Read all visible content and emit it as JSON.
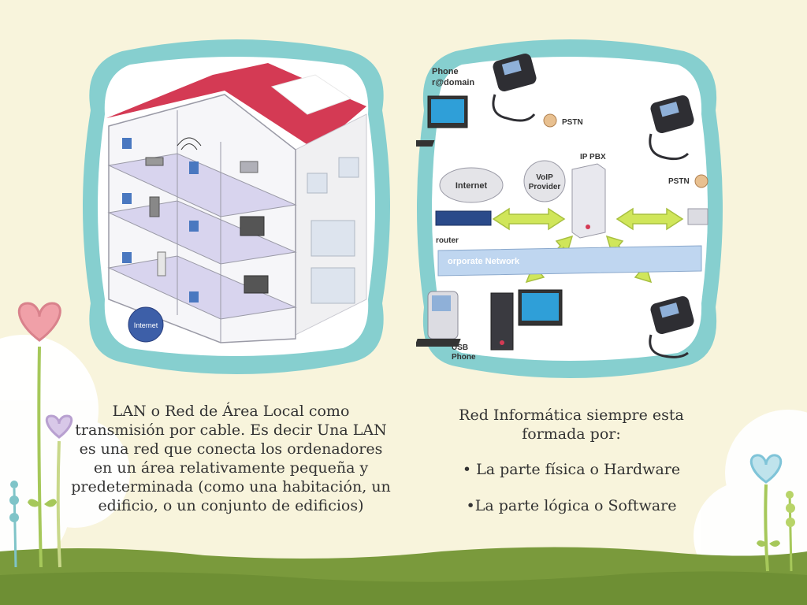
{
  "colors": {
    "background": "#f8f4dc",
    "frame": "#86cfcf",
    "grass": "#7a9a3c",
    "roof": "#d43a54"
  },
  "left_caption": {
    "text": "LAN o Red de Área Local como transmisión  por  cable. Es decir Una LAN es una red que conecta los ordenadores en un área relativamente pequeña y predeterminada (como una habitación, un edificio, o un conjunto de edificios)"
  },
  "right_caption": {
    "intro": "Red Informática siempre esta formada por:",
    "item1": "• La parte física o Hardware",
    "item2": "•La parte lógica o Software"
  },
  "diagram": {
    "phone_label": "Phone",
    "user_label": "r@domain",
    "pstn_top": "PSTN",
    "pstn_right": "PSTN",
    "ippbx": "IP PBX",
    "internet": "Internet",
    "voip1": "VoIP",
    "voip2": "Provider",
    "router": "router",
    "network": "orporate Network",
    "usb1": "USB",
    "usb2": "Phone"
  },
  "house": {
    "globe": "Internet"
  },
  "icons": [
    "heart-flower-icon",
    "cloud-icon",
    "grass-icon"
  ]
}
